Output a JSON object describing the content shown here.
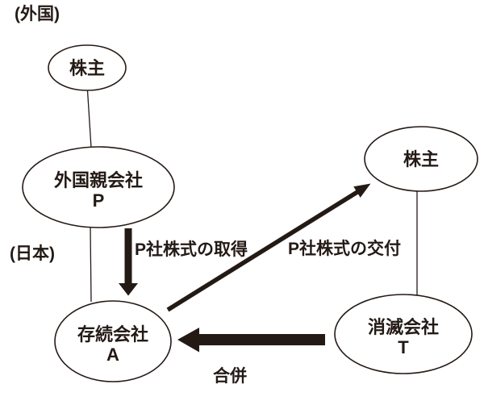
{
  "colors": {
    "ink": "#241a15",
    "background": "#ffffff"
  },
  "region_labels": {
    "foreign": "(外国)",
    "japan": "(日本)"
  },
  "nodes": {
    "foreign_shareholders": {
      "label": "株主"
    },
    "foreign_parent": {
      "label": "外国親会社",
      "sublabel": "P"
    },
    "surviving_company": {
      "label": "存続会社",
      "sublabel": "A"
    },
    "target_shareholders": {
      "label": "株主"
    },
    "dissolving_company": {
      "label": "消滅会社",
      "sublabel": "T"
    }
  },
  "edges": {
    "acquisition": {
      "label": "P社株式の取得",
      "icon": "thick-down-arrow"
    },
    "delivery": {
      "label": "P社株式の交付",
      "icon": "thick-diagonal-up-right-arrow"
    },
    "merger": {
      "label": "合併",
      "icon": "thick-left-arrow"
    }
  }
}
